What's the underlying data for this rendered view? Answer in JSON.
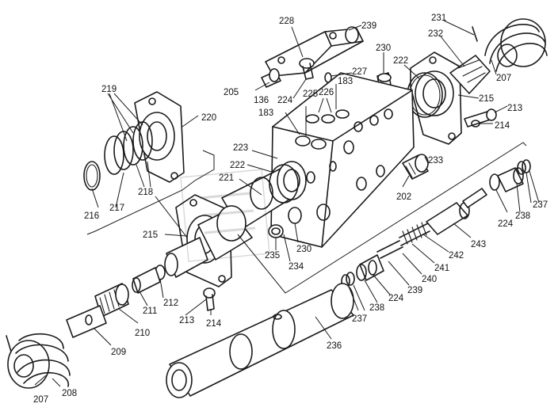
{
  "labels": {
    "l228": "228",
    "l239": "239",
    "l230a": "230",
    "l231": "231",
    "l232": "232",
    "l222a": "222",
    "l227": "227",
    "l205": "205",
    "l136": "136",
    "l183a": "183",
    "l225": "225",
    "l226": "226",
    "l224a": "224",
    "l183b": "183",
    "l207a": "207",
    "l215a": "215",
    "l213a": "213",
    "l214a": "214",
    "l219": "219",
    "l220": "220",
    "l223": "223",
    "l222b": "222",
    "l233": "233",
    "l221": "221",
    "l202": "202",
    "l237a": "237",
    "l218": "218",
    "l216": "216",
    "l217": "217",
    "l224b": "224",
    "l238a": "238",
    "l243": "243",
    "l215b": "215",
    "l242": "242",
    "l241": "241",
    "l235": "235",
    "l230b": "230",
    "l234": "234",
    "l240": "240",
    "l239b": "239",
    "l212": "212",
    "l211": "211",
    "l224c": "224",
    "l238b": "238",
    "l237b": "237",
    "l213b": "213",
    "l214b": "214",
    "l210": "210",
    "l209": "209",
    "l236": "236",
    "l207b": "207",
    "l208": "208"
  }
}
